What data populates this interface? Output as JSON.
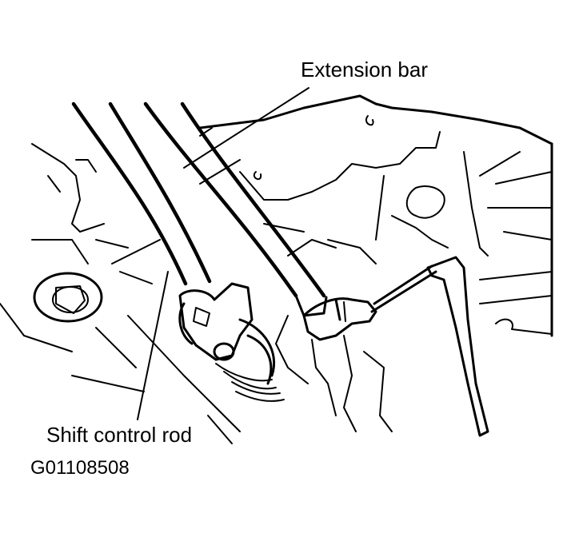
{
  "labels": {
    "extension_bar": "Extension bar",
    "shift_control_rod": "Shift control rod"
  },
  "figure_code": "G01108508"
}
